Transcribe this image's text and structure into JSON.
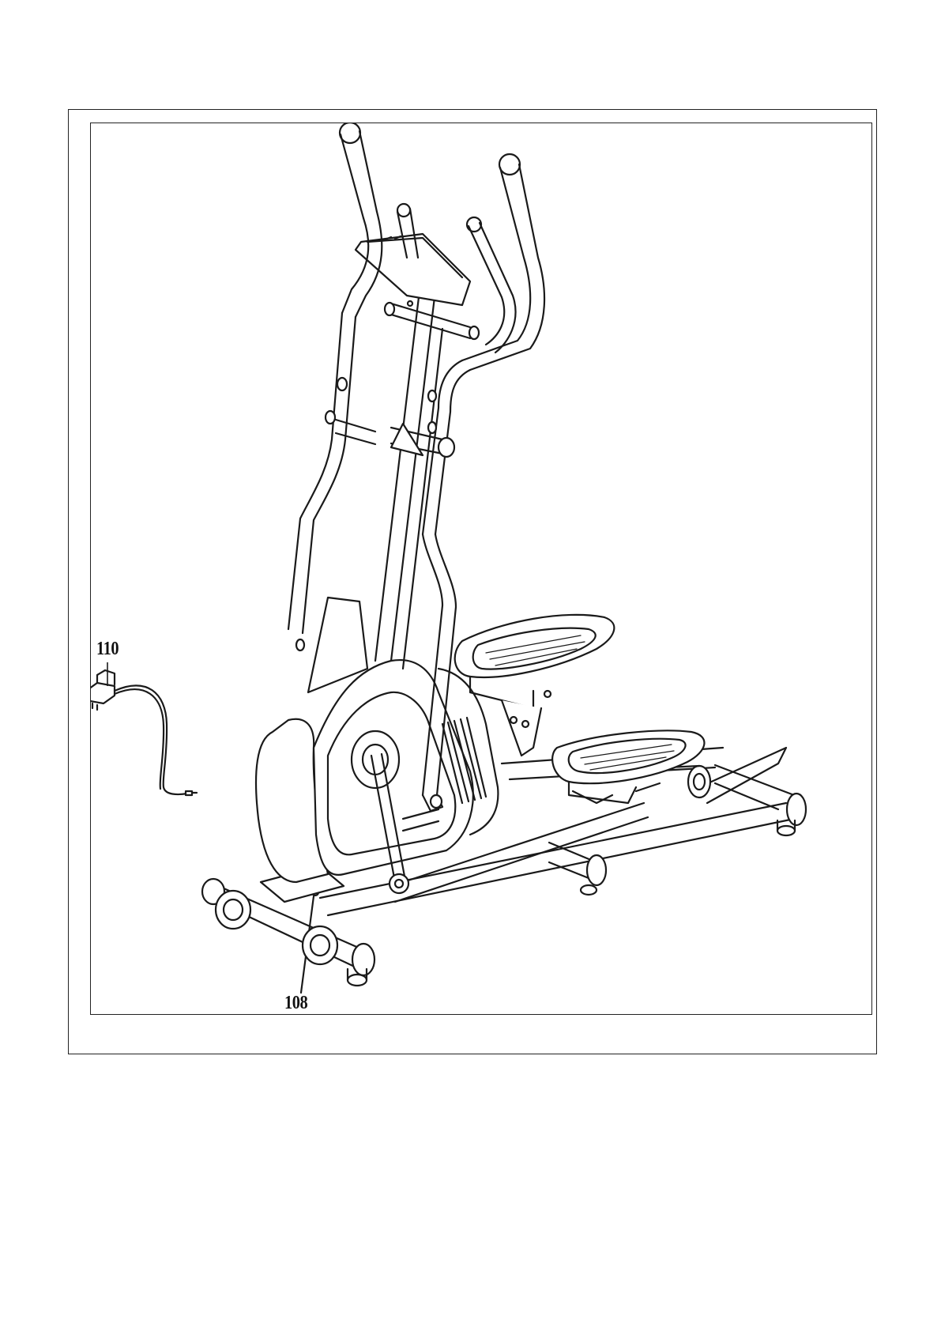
{
  "diagram": {
    "subject": "elliptical-cross-trainer",
    "line_color": "#1a1a1a",
    "callouts": [
      {
        "id": "110",
        "label": "110",
        "part_icon": "power-adapter-icon"
      },
      {
        "id": "108",
        "label": "108",
        "part_icon": "power-socket-icon"
      }
    ]
  }
}
